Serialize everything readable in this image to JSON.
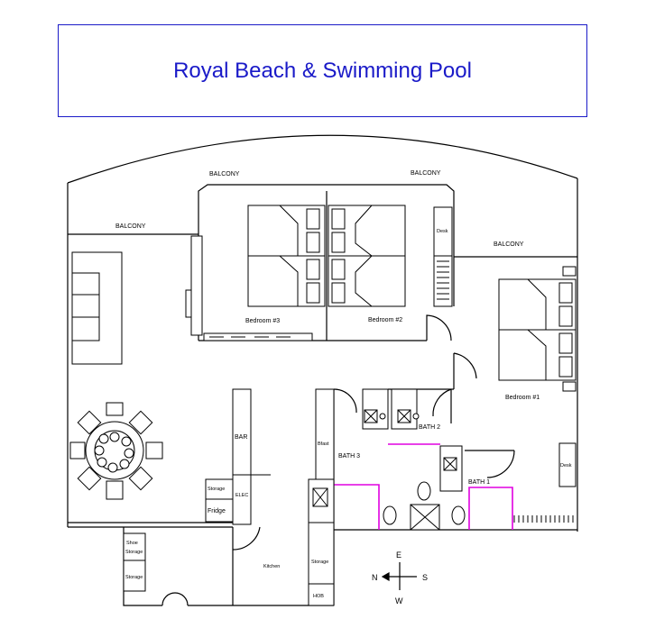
{
  "title": "Royal Beach & Swimming Pool",
  "colors": {
    "title": "#1a1ac8",
    "bath_partition": "#e000e0",
    "walls": "#000000"
  },
  "balconies": [
    "BALCONY",
    "BALCONY",
    "BALCONY",
    "BALCONY"
  ],
  "rooms": {
    "bedroom1": "Bedroom #1",
    "bedroom2": "Bedroom #2",
    "bedroom3": "Bedroom #3",
    "bath1": "BATH 1",
    "bath2": "BATH 2",
    "bath3": "BATH 3",
    "kitchen": "Kitchen"
  },
  "fixtures": {
    "desk_top": "Desk",
    "desk_right": "Desk",
    "bar": "BAR",
    "storage_bar": "Storage",
    "elec": "ELEC",
    "fridge": "Fridge",
    "shoe_storage_1": "Shoe",
    "shoe_storage_2": "Storage",
    "storage_entry": "Storage",
    "bfast": "Bfast",
    "storage_kitchen": "Storage",
    "hob": "HOB"
  },
  "compass": {
    "north": "N",
    "south": "S",
    "east": "E",
    "west": "W"
  }
}
